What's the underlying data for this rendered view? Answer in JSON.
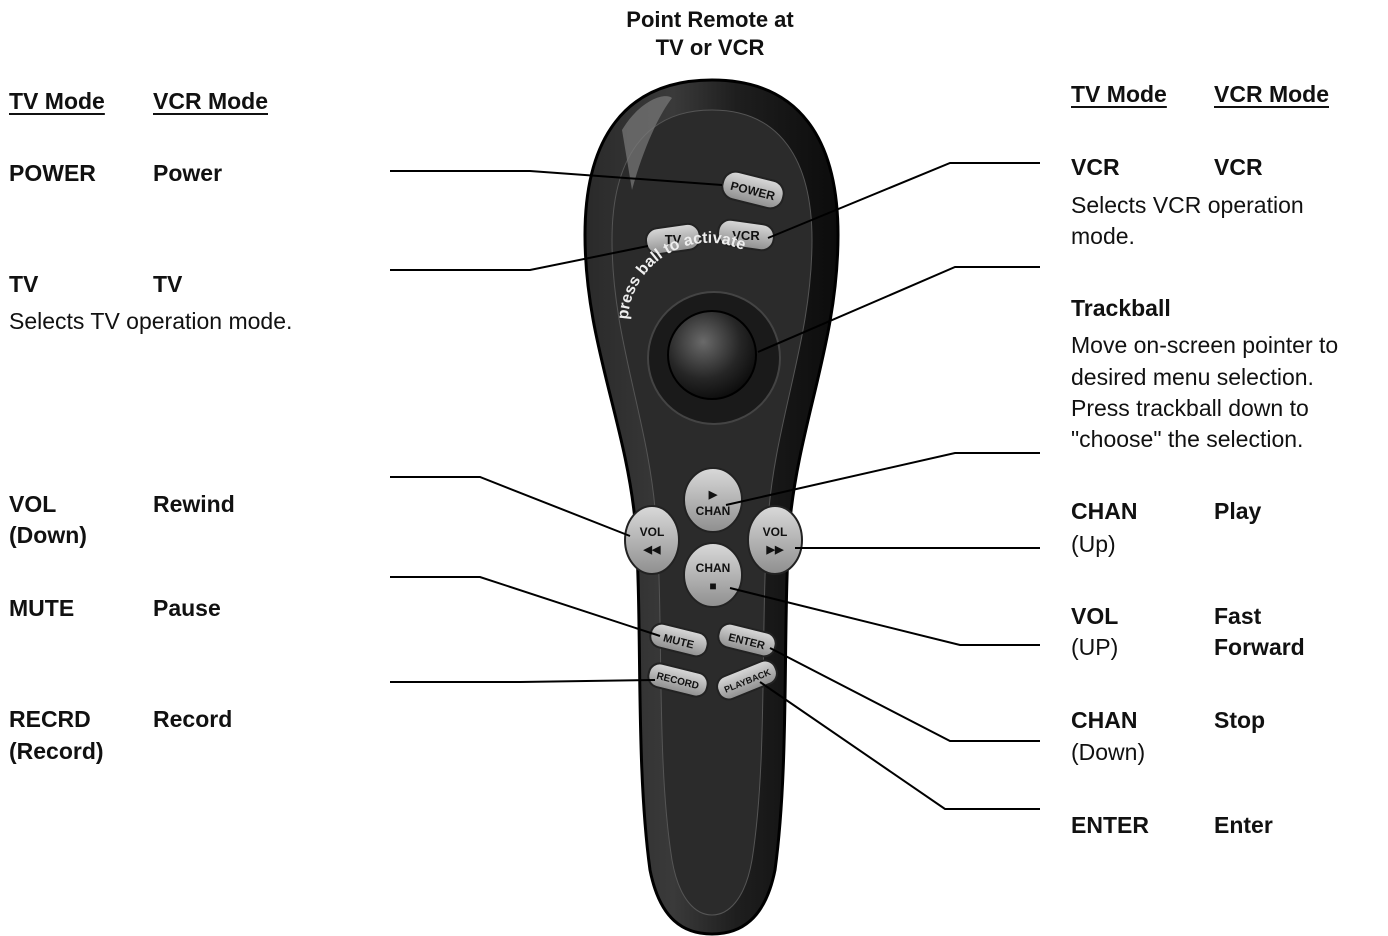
{
  "title_lines": [
    "Point Remote at",
    "TV or VCR"
  ],
  "left": {
    "header_tv": "TV Mode",
    "header_vcr": "VCR Mode",
    "items": [
      {
        "tv": "POWER",
        "vcr": "Power"
      },
      {
        "tv": "TV",
        "vcr": "TV",
        "desc": "Selects TV operation mode."
      },
      {
        "tv": "VOL",
        "tv2": "(Down)",
        "vcr": "Rewind"
      },
      {
        "tv": "MUTE",
        "vcr": "Pause"
      },
      {
        "tv": "RECRD",
        "tv2": "(Record)",
        "vcr": "Record"
      }
    ]
  },
  "right": {
    "header_tv": "TV Mode",
    "header_vcr": "VCR Mode",
    "vcr": {
      "tv": "VCR",
      "vcr": "VCR",
      "desc1": "Selects VCR operation",
      "desc2": "mode."
    },
    "trackball": {
      "title": "Trackball",
      "desc1": "Move on-screen pointer to",
      "desc2": "desired menu selection.",
      "desc3": "Press trackball down to",
      "desc4": "\"choose\" the selection."
    },
    "chan_up": {
      "tv": "CHAN",
      "tv2": "(Up)",
      "vcr": "Play"
    },
    "vol_up": {
      "tv": "VOL",
      "tv2": "(UP)",
      "vcr": "Fast",
      "vcr2": "Forward"
    },
    "chan_down": {
      "tv": "CHAN",
      "tv2": "(Down)",
      "vcr": "Stop"
    },
    "enter": {
      "tv": "ENTER",
      "vcr": "Enter"
    }
  },
  "remote": {
    "power": "POWER",
    "tv": "TV",
    "vcr": "VCR",
    "trackball_arc": "press ball to activate",
    "vol_left_1": "VOL",
    "vol_left_2": "◀◀",
    "chan_up_1": "▶",
    "chan_up_2": "CHAN",
    "vol_right_1": "VOL",
    "vol_right_2": "▶▶",
    "chan_down_1": "CHAN",
    "chan_down_2": "■",
    "mute": "MUTE",
    "enter": "ENTER",
    "record": "RECORD",
    "playback": "PLAYBACK"
  }
}
